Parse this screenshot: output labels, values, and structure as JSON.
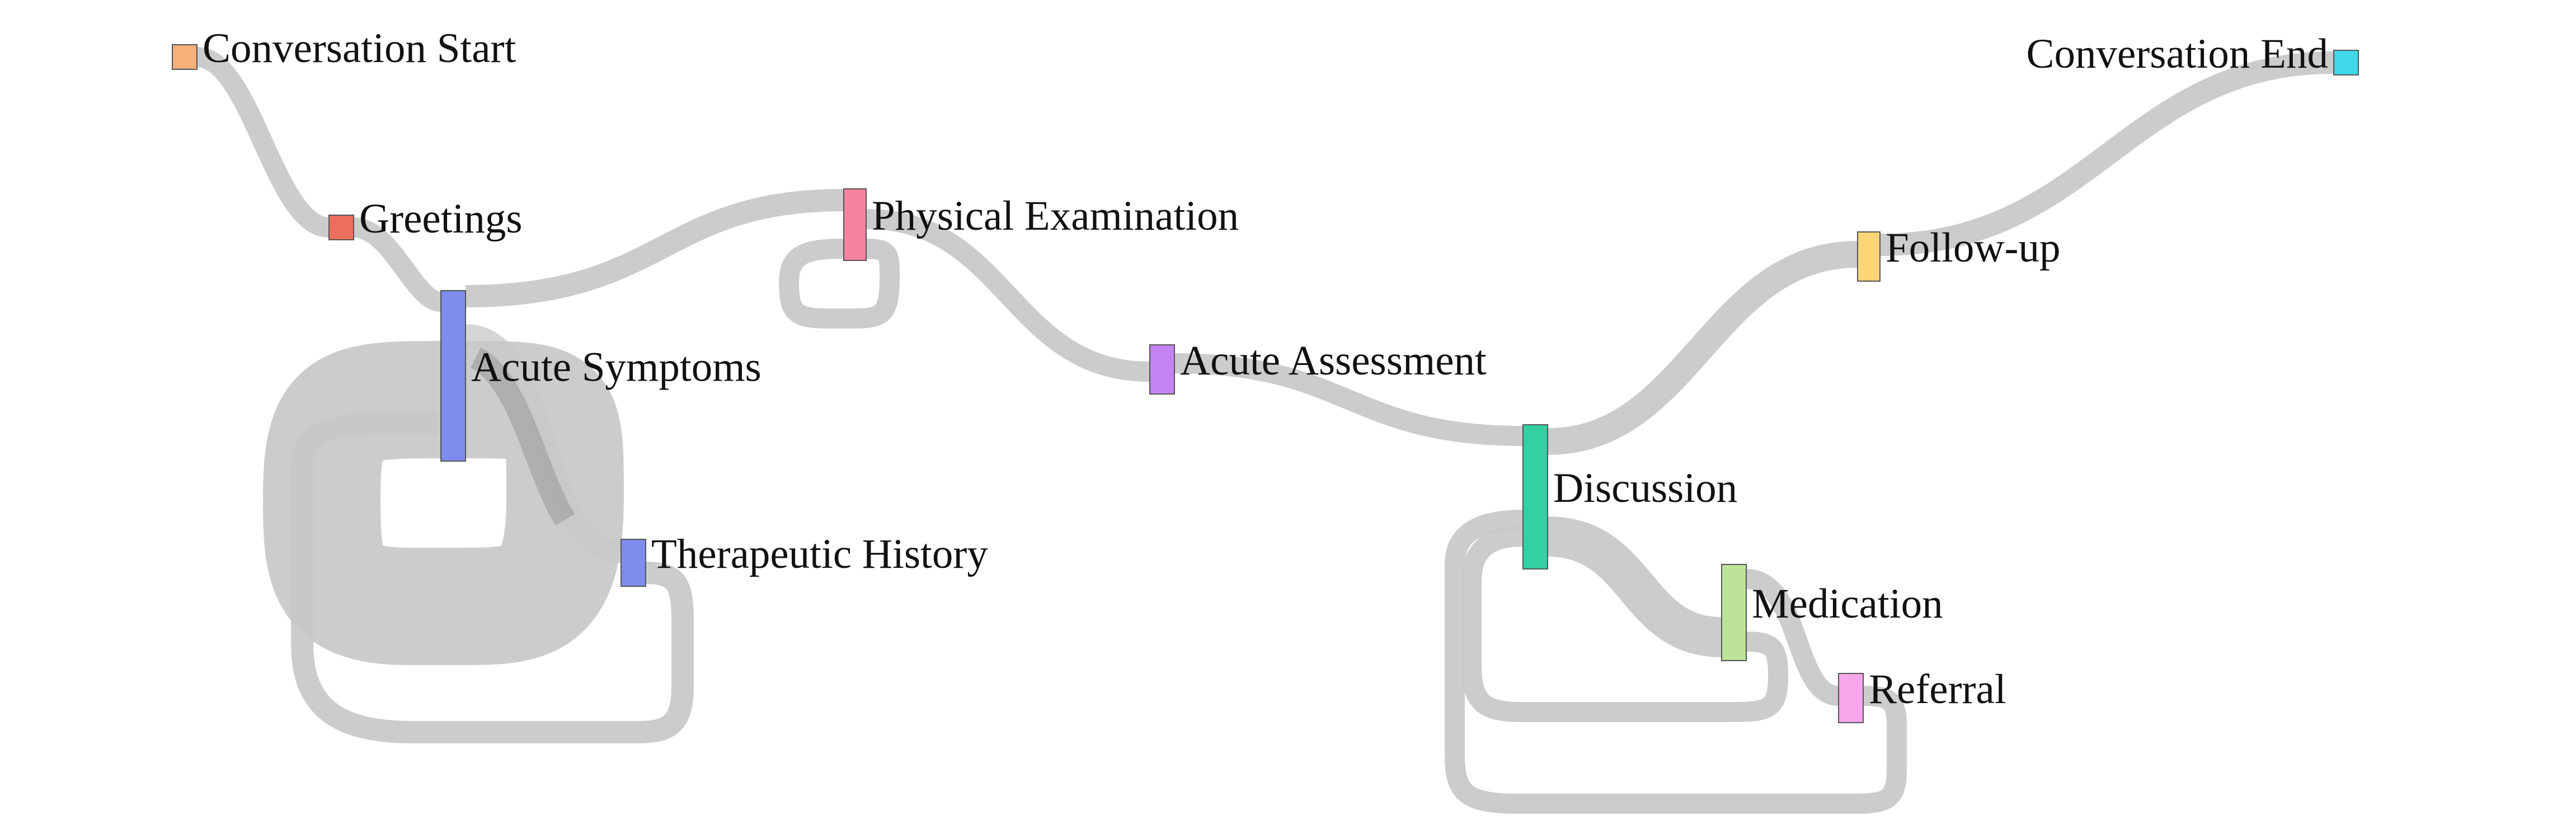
{
  "diagram": {
    "type": "sankey",
    "link_color": "#c8c8c8",
    "nodes": [
      {
        "id": "start",
        "label": "Conversation Start",
        "color": "#f6b07a"
      },
      {
        "id": "greetings",
        "label": "Greetings",
        "color": "#ee6e5e"
      },
      {
        "id": "acute",
        "label": "Acute Symptoms",
        "color": "#7f8cee"
      },
      {
        "id": "therapeutic",
        "label": "Therapeutic History",
        "color": "#7f8cee"
      },
      {
        "id": "physical",
        "label": "Physical Examination",
        "color": "#f583a0"
      },
      {
        "id": "assessment",
        "label": "Acute Assessment",
        "color": "#c383f2"
      },
      {
        "id": "discussion",
        "label": "Discussion",
        "color": "#33d1a2"
      },
      {
        "id": "medication",
        "label": "Medication",
        "color": "#bde39a"
      },
      {
        "id": "referral",
        "label": "Referral",
        "color": "#f7a6ea"
      },
      {
        "id": "followup",
        "label": "Follow-up",
        "color": "#fbd576"
      },
      {
        "id": "end",
        "label": "Conversation End",
        "color": "#40d7e8"
      }
    ],
    "links": [
      {
        "source": "start",
        "target": "greetings",
        "value": 1
      },
      {
        "source": "greetings",
        "target": "acute",
        "value": 1
      },
      {
        "source": "acute",
        "target": "acute",
        "value": 4
      },
      {
        "source": "acute",
        "target": "therapeutic",
        "value": 1
      },
      {
        "source": "therapeutic",
        "target": "acute",
        "value": 1
      },
      {
        "source": "acute",
        "target": "physical",
        "value": 1
      },
      {
        "source": "physical",
        "target": "physical",
        "value": 1
      },
      {
        "source": "physical",
        "target": "assessment",
        "value": 1
      },
      {
        "source": "assessment",
        "target": "discussion",
        "value": 1
      },
      {
        "source": "discussion",
        "target": "medication",
        "value": 2
      },
      {
        "source": "medication",
        "target": "discussion",
        "value": 1
      },
      {
        "source": "medication",
        "target": "referral",
        "value": 1
      },
      {
        "source": "referral",
        "target": "discussion",
        "value": 1
      },
      {
        "source": "discussion",
        "target": "followup",
        "value": 1
      },
      {
        "source": "followup",
        "target": "end",
        "value": 1
      }
    ]
  }
}
